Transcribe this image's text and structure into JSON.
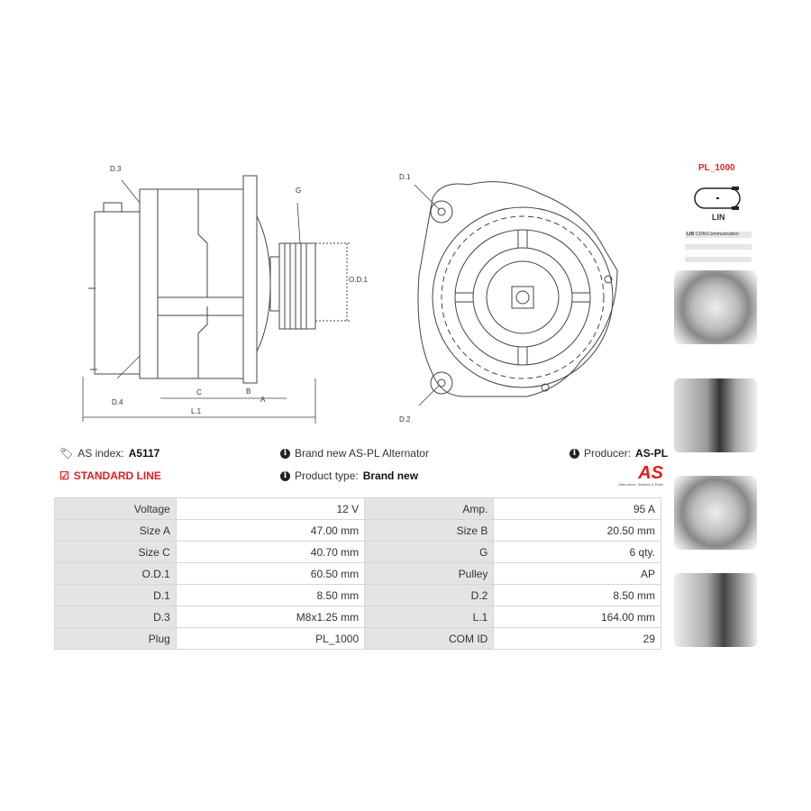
{
  "diagram": {
    "labels": {
      "d3": "D.3",
      "d4": "D.4",
      "g": "G",
      "od1": "O.D.1",
      "c": "C",
      "b": "B",
      "a": "A",
      "l1": "L.1",
      "d1": "D.1",
      "d2": "D.2"
    }
  },
  "plug": {
    "name": "PL_1000",
    "type": "LIN",
    "com_tag": "LIN",
    "com_text": "COM.Communication"
  },
  "info": {
    "as_index_label": "AS index:",
    "as_index": "A5117",
    "line": "STANDARD LINE",
    "desc": "Brand new AS-PL Alternator",
    "product_type_label": "Product type:",
    "product_type": "Brand new",
    "producer_label": "Producer:",
    "producer": "AS-PL",
    "logo_text": "AS",
    "logo_tagline": "Alternators, Starters & Parts"
  },
  "colors": {
    "accent": "#e02020"
  },
  "specs": [
    [
      "Voltage",
      "12 V",
      "Amp.",
      "95 A"
    ],
    [
      "Size A",
      "47.00 mm",
      "Size B",
      "20.50 mm"
    ],
    [
      "Size C",
      "40.70 mm",
      "G",
      "6 qty."
    ],
    [
      "O.D.1",
      "60.50 mm",
      "Pulley",
      "AP"
    ],
    [
      "D.1",
      "8.50 mm",
      "D.2",
      "8.50 mm"
    ],
    [
      "D.3",
      "M8x1.25 mm",
      "L.1",
      "164.00 mm"
    ],
    [
      "Plug",
      "PL_1000",
      "COM ID",
      "29"
    ]
  ]
}
